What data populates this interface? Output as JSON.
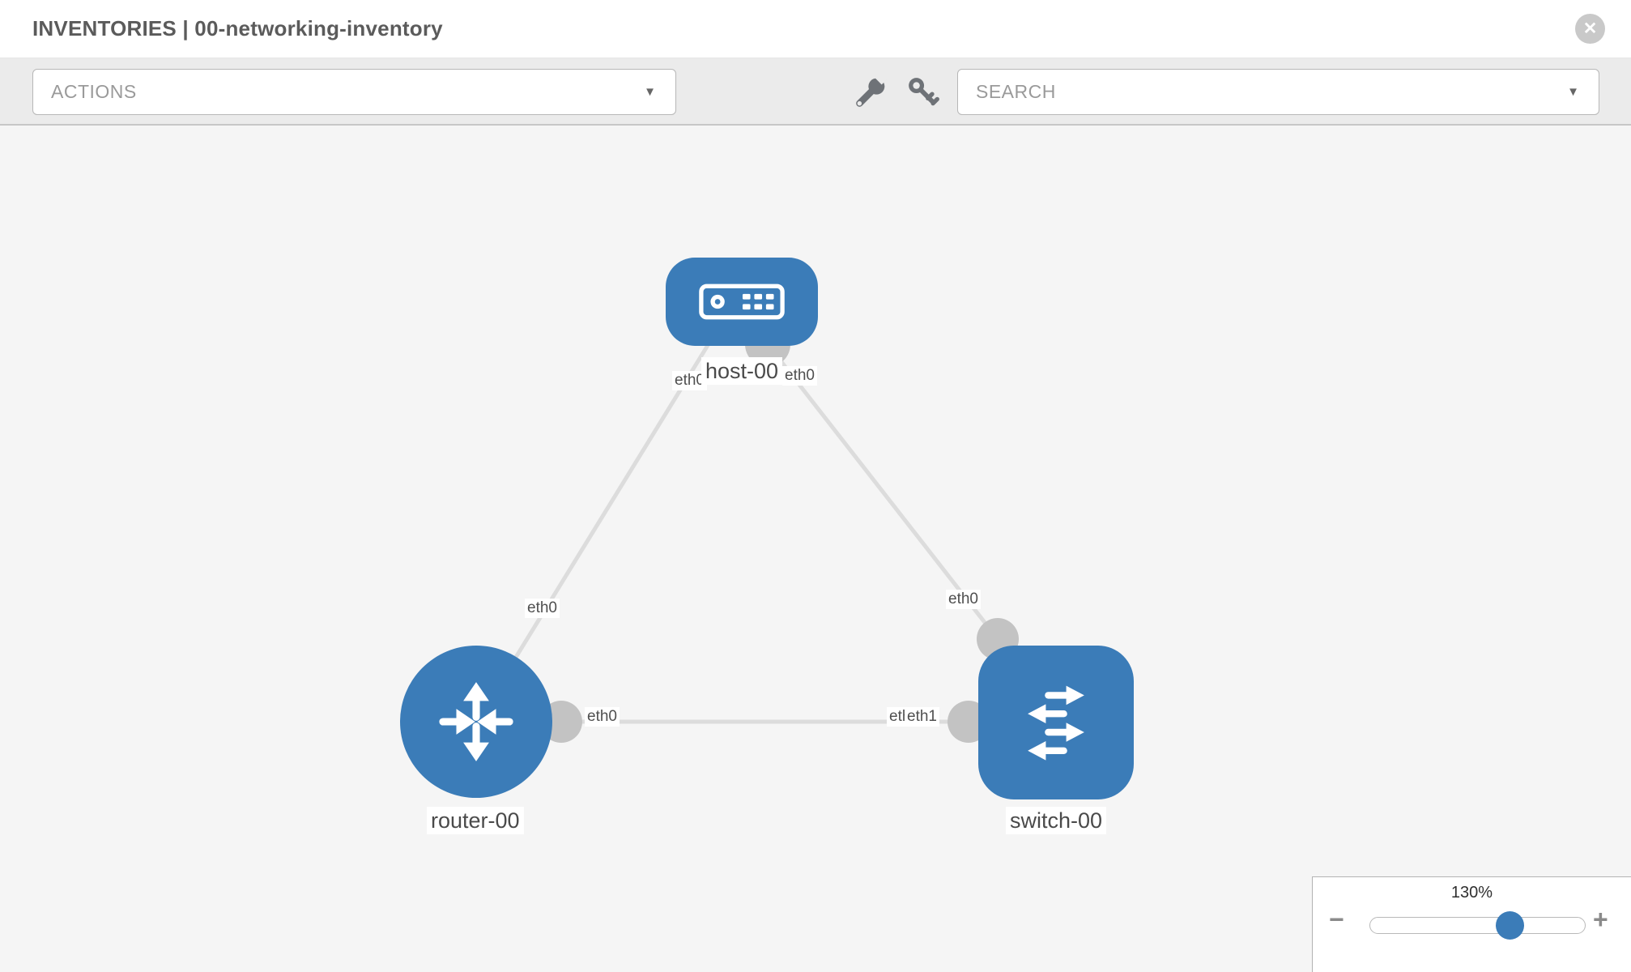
{
  "header": {
    "title": "INVENTORIES | 00-networking-inventory",
    "close_icon": "✕"
  },
  "toolbar": {
    "actions": {
      "label": "ACTIONS",
      "caret_icon": "▼"
    },
    "tools": {
      "wrench_icon": "wrench",
      "key_icon": "key"
    },
    "search": {
      "label": "SEARCH",
      "caret_icon": "▼"
    }
  },
  "diagram": {
    "nodes": [
      {
        "id": "host-00",
        "type": "host",
        "label": "host-00",
        "icon": "host-icon"
      },
      {
        "id": "router-00",
        "type": "router",
        "label": "router-00",
        "icon": "router-icon"
      },
      {
        "id": "switch-00",
        "type": "switch",
        "label": "switch-00",
        "icon": "switch-icon"
      }
    ],
    "links": [
      {
        "source": "router-00",
        "source_interface": "eth0",
        "target": "host-00",
        "target_interface": "eth0"
      },
      {
        "source": "host-00",
        "source_interface": "eth0",
        "target": "switch-00",
        "target_interface": "eth0"
      },
      {
        "source": "router-00",
        "source_interface": "eth0",
        "target": "switch-00",
        "target_interface": "eth1"
      }
    ],
    "interface_labels": {
      "host_to_router": "eth0",
      "host_to_switch": "eth0",
      "router_to_host": "eth0",
      "switch_to_host": "eth0",
      "router_to_switch": "eth0",
      "switch_to_router": "eth1",
      "switch_to_router_hidden": "eth0"
    }
  },
  "zoom_control": {
    "level": "130%",
    "minus_icon": "−",
    "plus_icon": "+"
  },
  "colors": {
    "node_blue": "#3b7cb8",
    "link_gray": "#dcdcdc",
    "port_gray": "#c3c3c3",
    "canvas_bg": "#f5f5f5",
    "toolbar_bg": "#ebebeb",
    "tool_icon_gray": "#6e7277",
    "label_text": "#4f4f4f"
  }
}
